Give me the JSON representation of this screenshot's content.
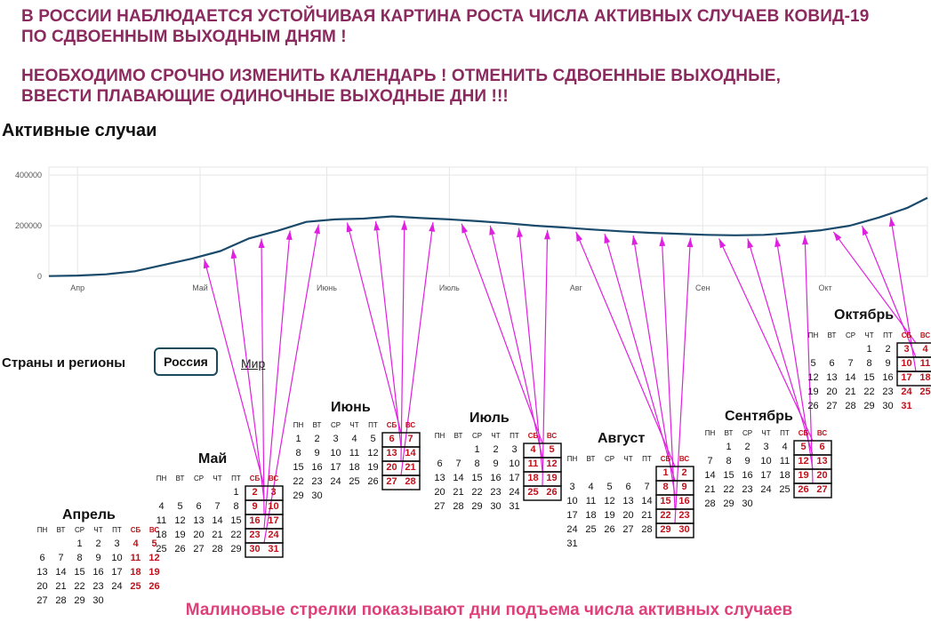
{
  "headline": {
    "line1": "В РОССИИ НАБЛЮДАЕТСЯ УСТОЙЧИВАЯ КАРТИНА РОСТА ЧИСЛА АКТИВНЫХ СЛУЧАЕВ КОВИД-19",
    "line2": "ПО СДВОЕННЫМ ВЫХОДНЫМ ДНЯМ !",
    "line3": "НЕОБХОДИМО СРОЧНО ИЗМЕНИТЬ КАЛЕНДАРЬ ! ОТМЕНИТЬ СДВОЕННЫЕ ВЫХОДНЫЕ,",
    "line4": "ВВЕСТИ ПЛАВАЮЩИЕ ОДИНОЧНЫЕ ВЫХОДНЫЕ ДНИ !!!"
  },
  "colors": {
    "headline": "#8b2a5e",
    "line": "#1a4a6b",
    "arrow": "#e020e0",
    "weekend": "#c0101a",
    "footer": "#e0407a"
  },
  "chart_data": {
    "type": "line",
    "title": "Активные случаи",
    "xlabel": "",
    "ylabel": "",
    "ylim": [
      0,
      400000
    ],
    "y_ticks": [
      "0",
      "200000",
      "400000"
    ],
    "x_ticks": [
      "Апр",
      "Май",
      "Июнь",
      "Июль",
      "Авг",
      "Сен",
      "Окт"
    ],
    "grid": true,
    "series": [
      {
        "name": "",
        "x": [
          "2020-03-25",
          "2020-04-01",
          "2020-04-08",
          "2020-04-15",
          "2020-04-22",
          "2020-04-29",
          "2020-05-06",
          "2020-05-13",
          "2020-05-20",
          "2020-05-27",
          "2020-06-03",
          "2020-06-10",
          "2020-06-17",
          "2020-06-24",
          "2020-07-01",
          "2020-07-08",
          "2020-07-15",
          "2020-07-22",
          "2020-07-29",
          "2020-08-05",
          "2020-08-12",
          "2020-08-19",
          "2020-08-26",
          "2020-09-02",
          "2020-09-09",
          "2020-09-16",
          "2020-09-23",
          "2020-09-30",
          "2020-10-07",
          "2020-10-14",
          "2020-10-21",
          "2020-10-26"
        ],
        "values": [
          1000,
          3000,
          8000,
          20000,
          45000,
          70000,
          100000,
          150000,
          180000,
          215000,
          225000,
          228000,
          237000,
          230000,
          225000,
          218000,
          210000,
          200000,
          193000,
          185000,
          178000,
          172000,
          168000,
          164000,
          162000,
          164000,
          172000,
          182000,
          200000,
          232000,
          270000,
          310000
        ]
      }
    ]
  },
  "filter": {
    "label": "Страны и регионы",
    "selected": "Россия",
    "other": "Мир"
  },
  "calendar": {
    "weekdays": [
      "ПН",
      "ВТ",
      "СР",
      "ЧТ",
      "ПТ",
      "СБ",
      "ВС"
    ],
    "months": [
      {
        "name": "Апрель",
        "offset": 2,
        "days": 30
      },
      {
        "name": "Май",
        "offset": 4,
        "days": 31
      },
      {
        "name": "Июнь",
        "offset": 0,
        "days": 30
      },
      {
        "name": "Июль",
        "offset": 2,
        "days": 31
      },
      {
        "name": "Август",
        "offset": 5,
        "days": 31
      },
      {
        "name": "Сентябрь",
        "offset": 1,
        "days": 30
      },
      {
        "name": "Октябрь",
        "offset": 3,
        "days": 31
      }
    ]
  },
  "footer": "Малиновые стрелки показывают дни подъема числа активных случаев"
}
